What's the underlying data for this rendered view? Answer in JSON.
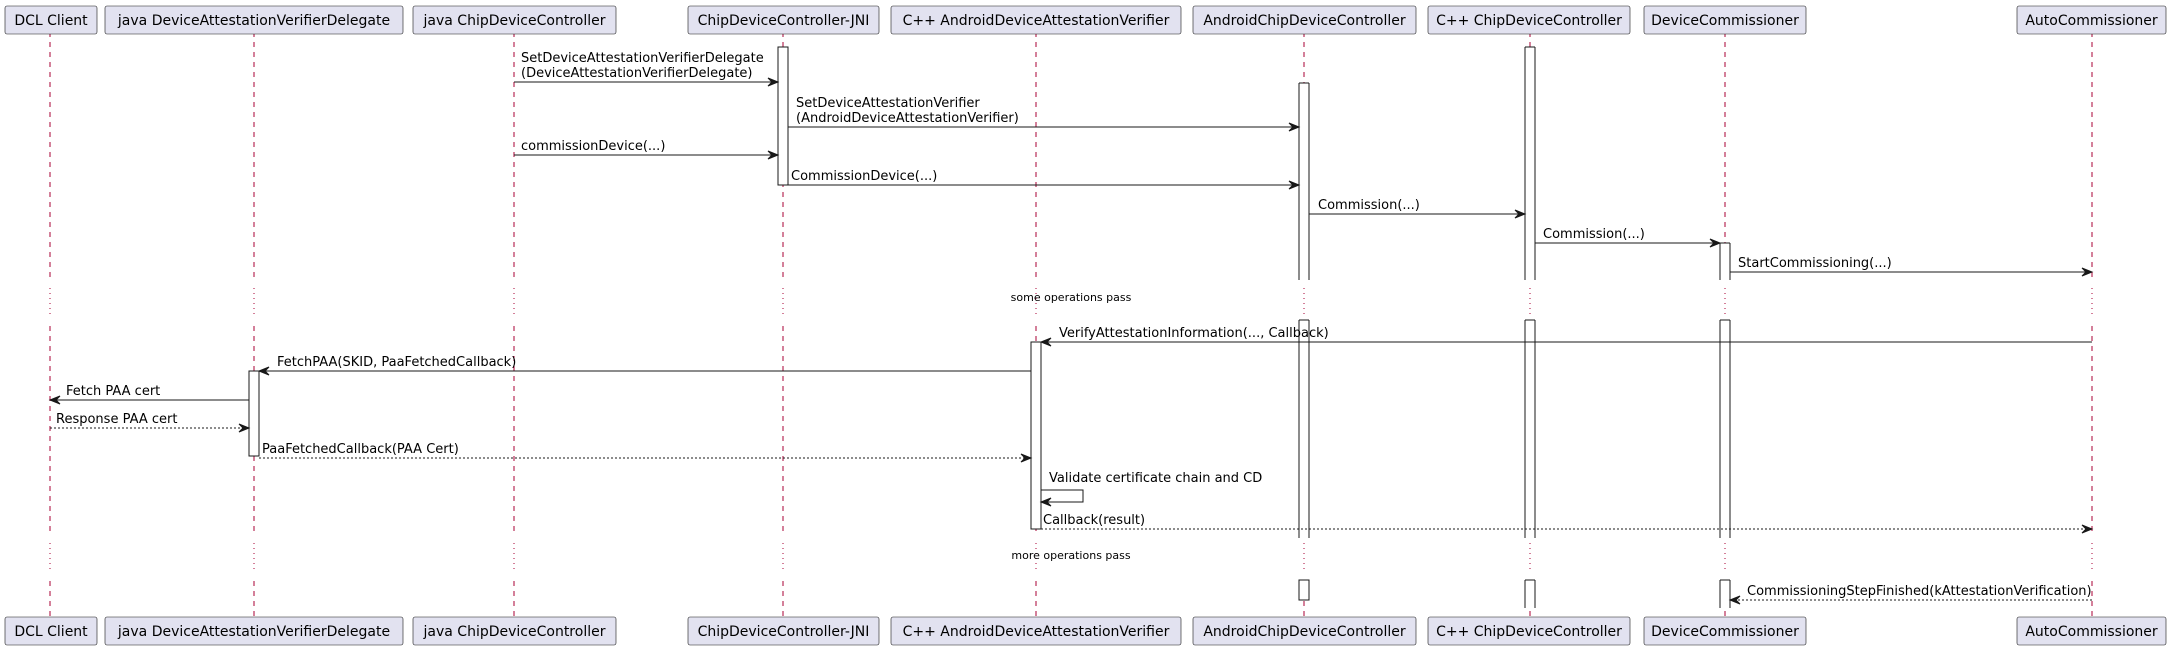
{
  "participants": [
    {
      "id": "dcl",
      "name": "DCL Client"
    },
    {
      "id": "jdavd",
      "name": "java DeviceAttestationVerifierDelegate"
    },
    {
      "id": "jcdc",
      "name": "java ChipDeviceController"
    },
    {
      "id": "jni",
      "name": "ChipDeviceController-JNI"
    },
    {
      "id": "cadav",
      "name": "C++ AndroidDeviceAttestationVerifier"
    },
    {
      "id": "acdc",
      "name": "AndroidChipDeviceController"
    },
    {
      "id": "ccdc",
      "name": "C++ ChipDeviceController"
    },
    {
      "id": "dc",
      "name": "DeviceCommissioner"
    },
    {
      "id": "ac",
      "name": "AutoCommissioner"
    }
  ],
  "messages": [
    {
      "from": "jcdc",
      "to": "jni",
      "style": "solid",
      "lines": [
        "SetDeviceAttestationVerifierDelegate",
        "(DeviceAttestationVerifierDelegate)"
      ]
    },
    {
      "from": "jni",
      "to": "acdc",
      "style": "solid",
      "lines": [
        "SetDeviceAttestationVerifier",
        "(AndroidDeviceAttestationVerifier)"
      ]
    },
    {
      "from": "jcdc",
      "to": "jni",
      "style": "solid",
      "lines": [
        "commissionDevice(...)"
      ]
    },
    {
      "from": "jni",
      "to": "acdc",
      "style": "solid",
      "lines": [
        "CommissionDevice(...)"
      ]
    },
    {
      "from": "acdc",
      "to": "ccdc",
      "style": "solid",
      "lines": [
        "Commission(...)"
      ]
    },
    {
      "from": "ccdc",
      "to": "dc",
      "style": "solid",
      "lines": [
        "Commission(...)"
      ]
    },
    {
      "from": "dc",
      "to": "ac",
      "style": "solid",
      "lines": [
        "StartCommissioning(...)"
      ]
    },
    {
      "from": "ac",
      "to": "cadav",
      "style": "solid",
      "lines": [
        "VerifyAttestationInformation(..., Callback)"
      ]
    },
    {
      "from": "cadav",
      "to": "jdavd",
      "style": "solid",
      "lines": [
        "FetchPAA(SKID, PaaFetchedCallback)"
      ]
    },
    {
      "from": "jdavd",
      "to": "dcl",
      "style": "solid",
      "lines": [
        "Fetch PAA cert"
      ]
    },
    {
      "from": "dcl",
      "to": "jdavd",
      "style": "dashed",
      "lines": [
        "Response PAA cert"
      ]
    },
    {
      "from": "jdavd",
      "to": "cadav",
      "style": "dashed",
      "lines": [
        "PaaFetchedCallback(PAA Cert)"
      ]
    },
    {
      "from": "cadav",
      "to": "cadav",
      "style": "self",
      "lines": [
        "Validate certificate chain and CD"
      ]
    },
    {
      "from": "cadav",
      "to": "ac",
      "style": "dashed",
      "lines": [
        "Callback(result)"
      ]
    },
    {
      "from": "ac",
      "to": "dc",
      "style": "dashed",
      "lines": [
        "CommissioningStepFinished(kAttestationVerification)"
      ]
    }
  ],
  "separators": [
    "some operations pass",
    "more operations pass"
  ],
  "colors": {
    "participant_fill": "#E2E2F0",
    "participant_border": "#181818",
    "lifeline": "#A80036"
  }
}
